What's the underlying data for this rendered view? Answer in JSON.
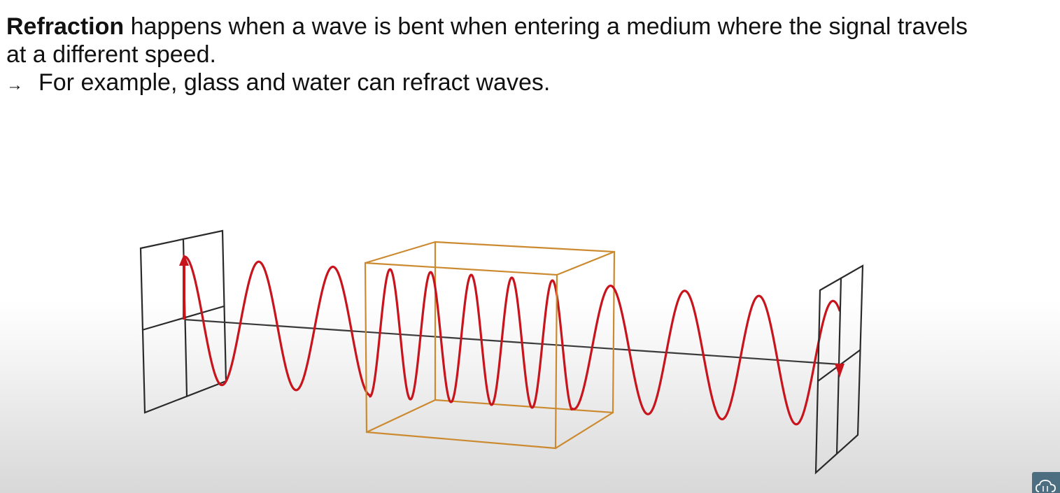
{
  "description": {
    "bold_term": "Refraction",
    "line1_rest": " happens when a wave is bent when entering a medium where the signal travels",
    "line2": "at a different speed.",
    "arrow_symbol": "→",
    "example_text": "For example, glass and water can refract waves."
  },
  "colors": {
    "wave": "#c8141c",
    "medium_box": "#cc8a30",
    "frames": "#2a2a2a",
    "axis": "#3a3a3a",
    "badge": "#4c6e80"
  },
  "icons": {
    "badge": "cloud-icon"
  }
}
